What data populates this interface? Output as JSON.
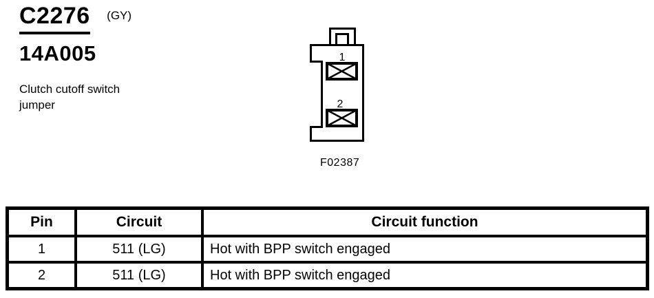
{
  "header": {
    "connector_id": "C2276",
    "color_code": "(GY)",
    "part_number": "14A005",
    "description": "Clutch cutoff switch\njumper"
  },
  "figure": {
    "label": "F02387",
    "pins": [
      {
        "number": "1"
      },
      {
        "number": "2"
      }
    ]
  },
  "table": {
    "headers": [
      "Pin",
      "Circuit",
      "Circuit function"
    ],
    "rows": [
      {
        "pin": "1",
        "circuit": "511 (LG)",
        "function": "Hot with BPP switch engaged"
      },
      {
        "pin": "2",
        "circuit": "511 (LG)",
        "function": "Hot with BPP switch engaged"
      }
    ]
  },
  "colors": {
    "ink": "#000000",
    "background": "#ffffff"
  }
}
